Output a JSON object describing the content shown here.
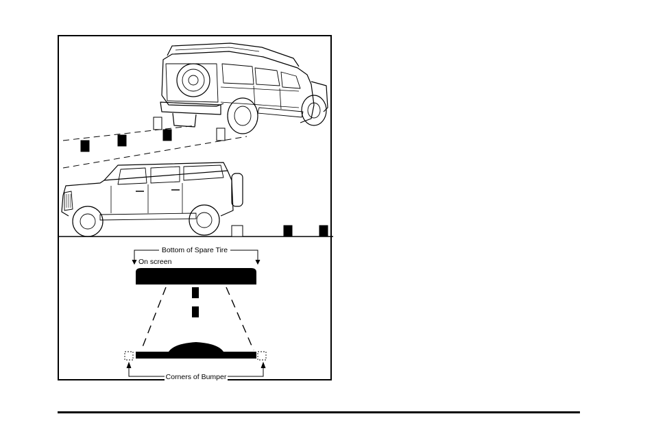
{
  "figure": {
    "label_spare_tire": "Bottom of Spare Tire",
    "label_on_screen": "On screen",
    "label_corners": "Corners of Bumper"
  },
  "colors": {
    "ink": "#000000",
    "paper": "#ffffff"
  }
}
